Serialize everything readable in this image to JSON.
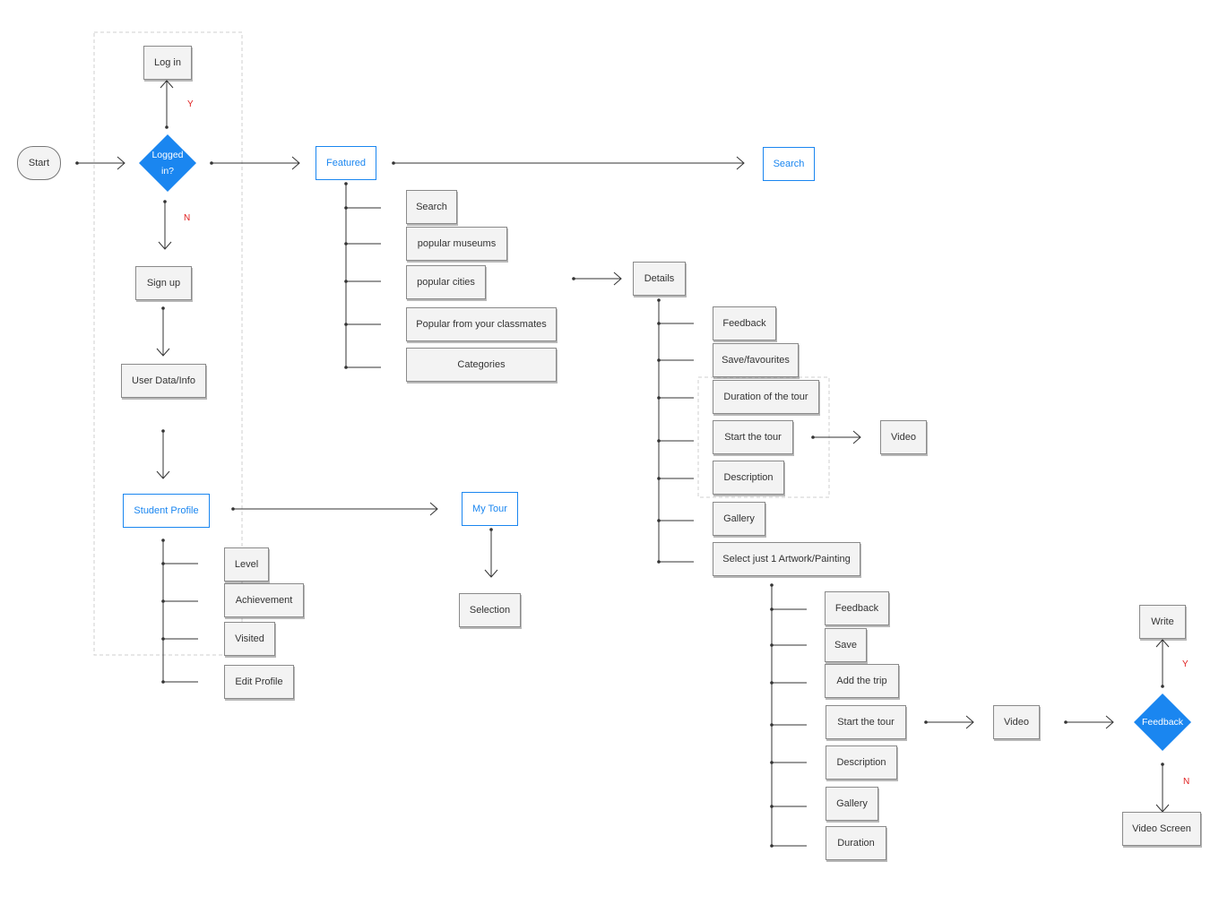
{
  "flow": {
    "start": "Start",
    "log_in": "Log in",
    "logged_in": "Logged in?",
    "yes": "Y",
    "no": "N",
    "sign_up": "Sign up",
    "user_data": "User Data/Info",
    "student_profile": "Student Profile",
    "profile_items": [
      "Level",
      "Achievement",
      "Visited",
      "Edit Profile"
    ],
    "my_tour": "My Tour",
    "selection": "Selection",
    "featured": "Featured",
    "search_top": "Search",
    "featured_items": [
      "Search",
      "popular museums",
      "popular cities",
      "Popular from your classmates",
      "Categories"
    ],
    "details": "Details",
    "details_items": [
      "Feedback",
      "Save/favourites",
      "Duration of the tour",
      "Start the tour",
      "Description",
      "Gallery",
      "Select just 1 Artwork/Painting"
    ],
    "video": "Video",
    "artwork_items": [
      "Feedback",
      "Save",
      "Add the trip",
      "Start the tour",
      "Description",
      "Gallery",
      "Duration"
    ],
    "video2": "Video",
    "feedback": "Feedback",
    "write": "Write",
    "video_screen": "Video Screen"
  },
  "colors": {
    "accent": "#1a86f0",
    "yes_no": "#e02020",
    "line": "#333333",
    "box_fill": "#f3f3f3",
    "box_border": "#8a8a8a"
  }
}
